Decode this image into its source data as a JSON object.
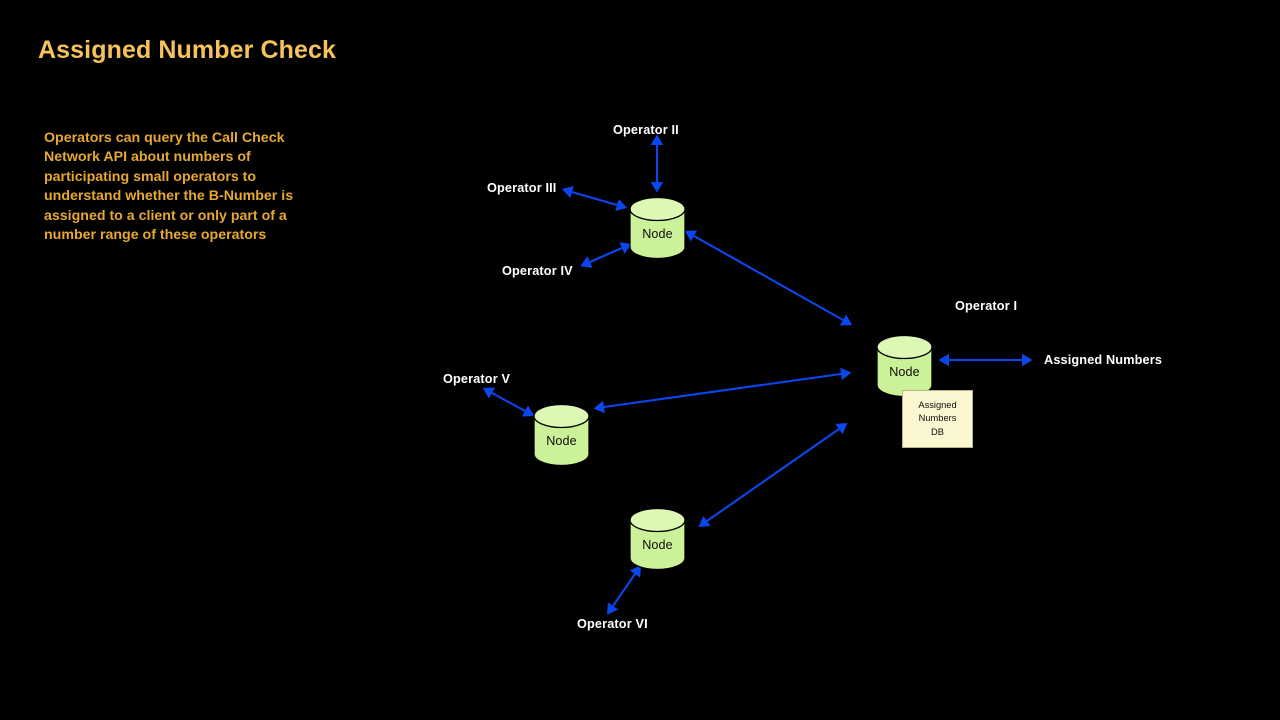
{
  "slide": {
    "title": "Assigned Number Check",
    "body_text": "Operators can query the Call Check Network API about numbers of participating small operators to understand whether the B-Number is assigned to a client or only part of a number range of these operators",
    "background_color": "#000000",
    "title_color": "#f6c35b",
    "body_color": "#e7a82f"
  },
  "diagram": {
    "node_label": "Node",
    "node_fill": "#ccf299",
    "node_top_fill": "#ddf7b5",
    "node_stroke": "#000000",
    "arrow_color": "#0a47ef",
    "nodes": [
      {
        "id": "node-central",
        "label": "Node"
      },
      {
        "id": "node-operator-i",
        "label": "Node"
      },
      {
        "id": "node-operator-v",
        "label": "Node"
      },
      {
        "id": "node-operator-vi",
        "label": "Node"
      }
    ],
    "labels": [
      {
        "id": "operator-ii",
        "text": "Operator II"
      },
      {
        "id": "operator-iii",
        "text": "Operator III"
      },
      {
        "id": "operator-iv",
        "text": "Operator IV"
      },
      {
        "id": "operator-i",
        "text": "Operator I"
      },
      {
        "id": "operator-v",
        "text": "Operator V"
      },
      {
        "id": "operator-vi",
        "text": "Operator VI"
      },
      {
        "id": "assigned-numbers",
        "text": "Assigned Numbers"
      }
    ],
    "note": {
      "text": "Assigned\nNumbers\nDB",
      "fill": "#fbf8d1",
      "stroke": "#b9b487"
    }
  }
}
